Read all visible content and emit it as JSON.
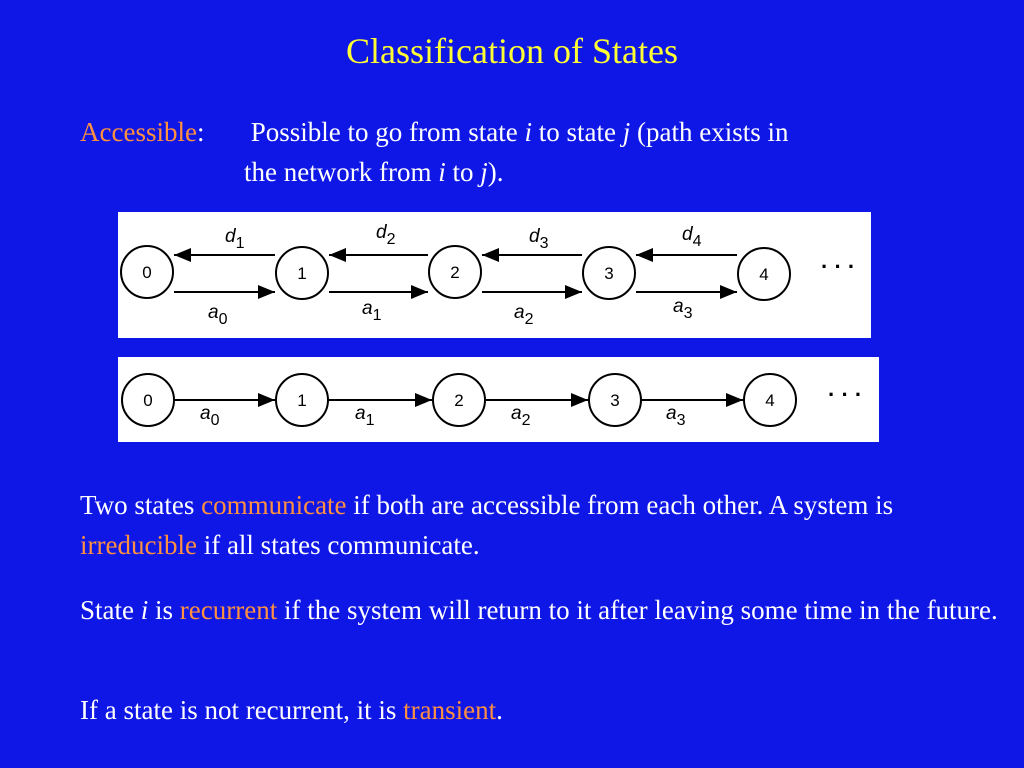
{
  "title": "Classification of States",
  "accessible": {
    "term": "Accessible",
    "colon": ":",
    "text1": " Possible to go from state ",
    "i": "i",
    "text2": " to state ",
    "j": "j",
    "text3": " (path exists in",
    "text4": "the network from ",
    "i2": "i",
    "text5": " to ",
    "j2": "j",
    "text6": ")."
  },
  "diagram1": {
    "states": [
      "0",
      "1",
      "2",
      "3",
      "4"
    ],
    "death_labels": [
      {
        "base": "d",
        "sub": "1"
      },
      {
        "base": "d",
        "sub": "2"
      },
      {
        "base": "d",
        "sub": "3"
      },
      {
        "base": "d",
        "sub": "4"
      }
    ],
    "birth_labels": [
      {
        "base": "a",
        "sub": "0"
      },
      {
        "base": "a",
        "sub": "1"
      },
      {
        "base": "a",
        "sub": "2"
      },
      {
        "base": "a",
        "sub": "3"
      }
    ],
    "ellipsis": "· · ·"
  },
  "diagram2": {
    "states": [
      "0",
      "1",
      "2",
      "3",
      "4"
    ],
    "labels": [
      {
        "base": "a",
        "sub": "0"
      },
      {
        "base": "a",
        "sub": "1"
      },
      {
        "base": "a",
        "sub": "2"
      },
      {
        "base": "a",
        "sub": "3"
      }
    ],
    "ellipsis": "· · ·"
  },
  "para1": {
    "t1": "Two states ",
    "term1": "communicate",
    "t2": " if both are accessible from each other.   A system is ",
    "term2": "irreducible",
    "t3": " if all states communicate."
  },
  "para2": {
    "t1": "State ",
    "i": "i",
    "t2": " is ",
    "term": "recurrent",
    "t3": " if the system will return to it after leaving some time in the future."
  },
  "para3": {
    "t1": "If a state is not recurrent, it is ",
    "term": "transient",
    "t2": "."
  },
  "colors": {
    "background": "#0f17e6",
    "title": "#ffff33",
    "highlight": "#ff9040",
    "text": "#ffffff"
  }
}
